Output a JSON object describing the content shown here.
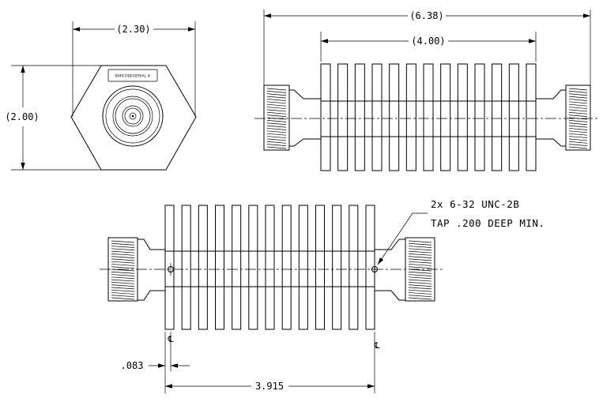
{
  "end_view": {
    "width_dim": "(2.30)",
    "height_dim": "(2.00)",
    "label_plate": "BARCODE/SERIAL #"
  },
  "top_side_view": {
    "overall_dim": "(6.38)",
    "fin_dim": "(4.00)"
  },
  "bottom_side_view": {
    "tap_note_line1": "2x 6-32 UNC-2B",
    "tap_note_line2": "TAP .200 DEEP MIN.",
    "offset_dim": ".083",
    "spacing_dim": "3.915",
    "centerline_left": "℄",
    "centerline_right": "℄"
  }
}
